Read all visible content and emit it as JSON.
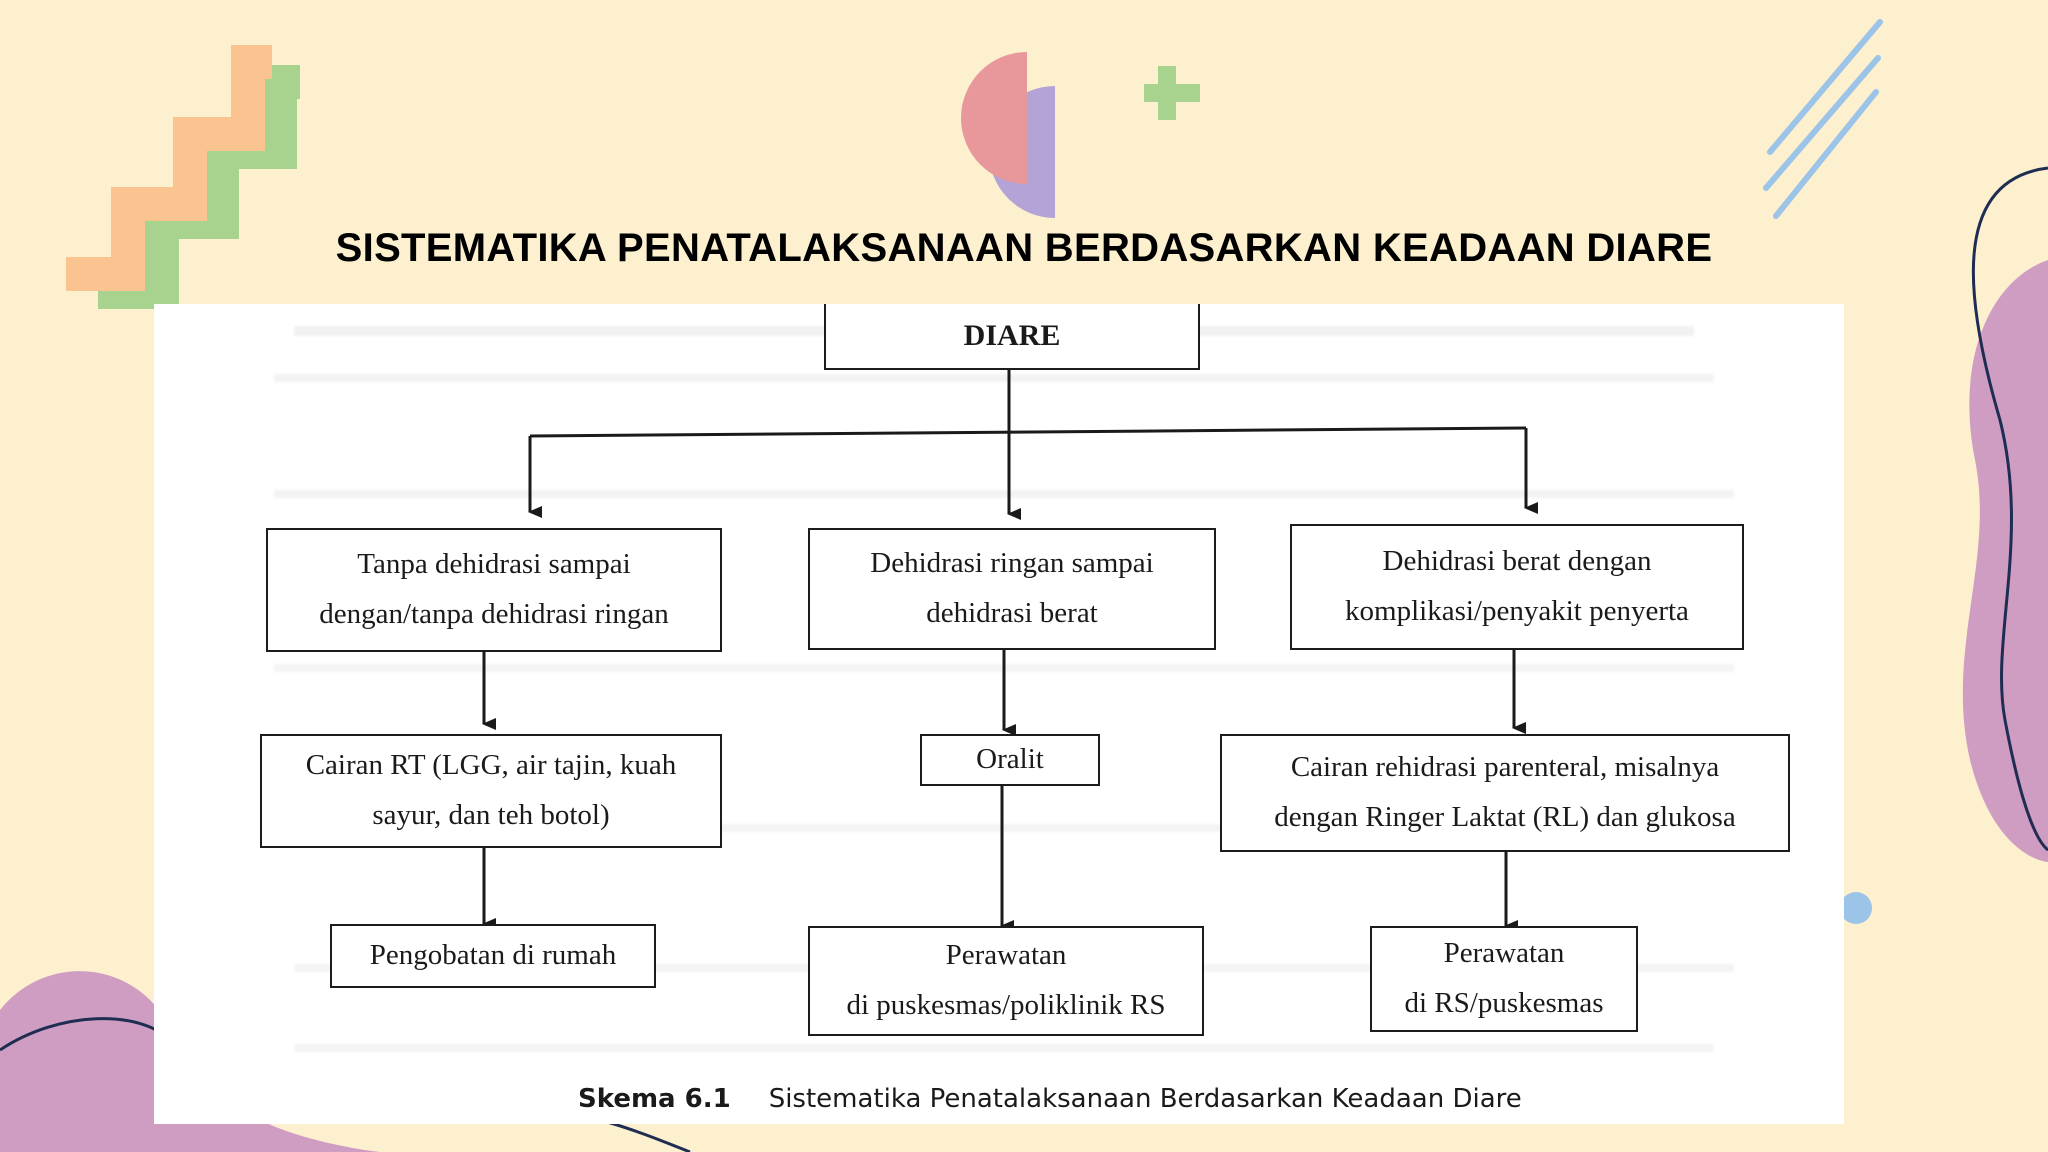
{
  "slide": {
    "title": "SISTEMATIKA PENATALAKSANAAN BERDASARKAN KEADAAN DIARE"
  },
  "diagram": {
    "root": "DIARE",
    "branches": [
      {
        "condition_lines": [
          "Tanpa dehidrasi sampai",
          "dengan/tanpa dehidrasi ringan"
        ],
        "treatment_lines": [
          "Cairan RT (LGG, air tajin, kuah",
          "sayur, dan teh botol)"
        ],
        "care_lines": [
          "Pengobatan di rumah"
        ]
      },
      {
        "condition_lines": [
          "Dehidrasi ringan sampai",
          "dehidrasi berat"
        ],
        "treatment_lines": [
          "Oralit"
        ],
        "care_lines": [
          "Perawatan",
          "di puskesmas/poliklinik RS"
        ]
      },
      {
        "condition_lines": [
          "Dehidrasi berat dengan",
          "komplikasi/penyakit penyerta"
        ],
        "treatment_lines": [
          "Cairan rehidrasi parenteral, misalnya",
          "dengan Ringer Laktat (RL) dan glukosa"
        ],
        "care_lines": [
          "Perawatan",
          "di RS/puskesmas"
        ]
      }
    ],
    "caption": {
      "label": "Skema 6.1",
      "text": "Sistematika Penatalaksanaan Berdasarkan Keadaan Diare"
    }
  },
  "colors": {
    "background": "#fdf0cf",
    "zigzag_orange": "#f9c48f",
    "zigzag_green": "#a8d38e",
    "semicircle_pink": "#e8979a",
    "semicircle_purple": "#b3a3d6",
    "plus_green": "#a8d38e",
    "lines_blue": "#9cc3e8",
    "blob_mauve": "#cf9dc2",
    "outline_navy": "#1f2d52",
    "dot_blue": "#9cc3e8"
  }
}
